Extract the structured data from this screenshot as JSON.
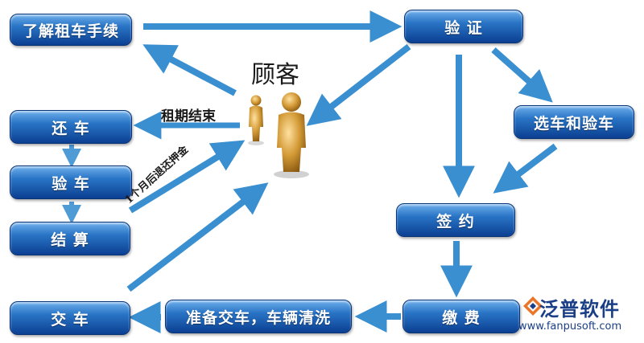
{
  "title": "顾客",
  "nodes": {
    "understand": "了解租车手续",
    "verify": "验 证",
    "select": "选车和验车",
    "sign": "签 约",
    "pay": "缴 费",
    "prepare": "准备交车，车辆清洗",
    "deliver": "交 车",
    "return_car": "还 车",
    "inspect": "验 车",
    "settle": "结 算"
  },
  "edge_labels": {
    "lease_end": "租期结束",
    "deposit_refund": "1个月后退还押金"
  },
  "logo": {
    "name": "泛普软件",
    "url": "www.fanpusoft.com"
  },
  "colors": {
    "node_top": "#6fb0ec",
    "node_bottom": "#0b3f92",
    "arrow": "#3a8fd0",
    "figure": "#c8912e"
  }
}
